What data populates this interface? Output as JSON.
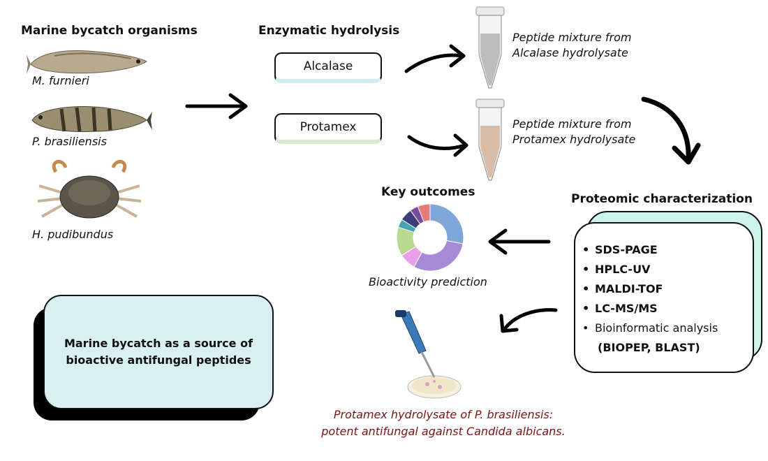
{
  "sections": {
    "organisms_title": "Marine bycatch organisms",
    "hydrolysis_title": "Enzymatic hydrolysis",
    "proteomic_title": "Proteomic characterization",
    "outcomes_title": "Key outcomes"
  },
  "organisms": [
    {
      "name": "M. furnieri"
    },
    {
      "name": "P. brasiliensis"
    },
    {
      "name": "H. pudibundus"
    }
  ],
  "enzymes": [
    {
      "label": "Alcalase",
      "mixture_line1": "Peptide mixture from",
      "mixture_line2": "Alcalase hydrolysate",
      "accent": "#cdeef6"
    },
    {
      "label": "Protamex",
      "mixture_line1": "Peptide mixture from",
      "mixture_line2": "Protamex hydrolysate",
      "accent": "#d6ecd0"
    }
  ],
  "methods": [
    {
      "text": "SDS-PAGE"
    },
    {
      "text": "HPLC-UV"
    },
    {
      "text": "MALDI-TOF"
    },
    {
      "text": "LC-MS/MS"
    },
    {
      "text": "Bioinformatic analysis"
    },
    {
      "text": "(BIOPEP, BLAST)"
    }
  ],
  "bioactivity_caption": "Bioactivity prediction",
  "summary_box": {
    "line1": "Marine bycatch as a source of",
    "line2": "bioactive antifungal peptides"
  },
  "result": {
    "line1": "Protamex hydrolysate of P. brasiliensis:",
    "line2": "potent antifungal against Candida albicans."
  },
  "donut_colors": [
    "#7fa6d8",
    "#a58ad6",
    "#e8a0e6",
    "#b8d98e",
    "#4aa3b4",
    "#3a3f7a",
    "#7a4a9e",
    "#e57a7a"
  ],
  "colors": {
    "mint": "#ccf6ec",
    "summary_bg": "#d8f0ef",
    "result_text": "#7a1515"
  }
}
